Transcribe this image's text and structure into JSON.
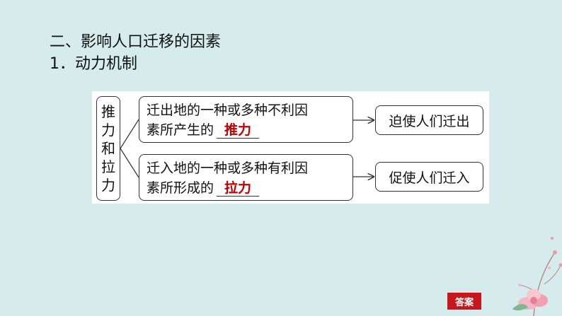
{
  "heading": {
    "section": "二、影响人口迁移的因素",
    "subsection": "1．动力机制"
  },
  "diagram": {
    "left_label": [
      "推",
      "力",
      "和",
      "拉",
      "力"
    ],
    "branches": [
      {
        "line1": "迁出地的一种或多种不利因",
        "line2_prefix": "素所产生的",
        "answer": "推力",
        "result": "迫使人们迁出"
      },
      {
        "line1": "迁入地的一种或多种有利因",
        "line2_prefix": "素所形成的",
        "answer": "拉力",
        "result": "促使人们迁入"
      }
    ]
  },
  "answer_button": "答案",
  "colors": {
    "background": "#d5ebec",
    "answer_text": "#c00000",
    "button": "#c8161d"
  }
}
